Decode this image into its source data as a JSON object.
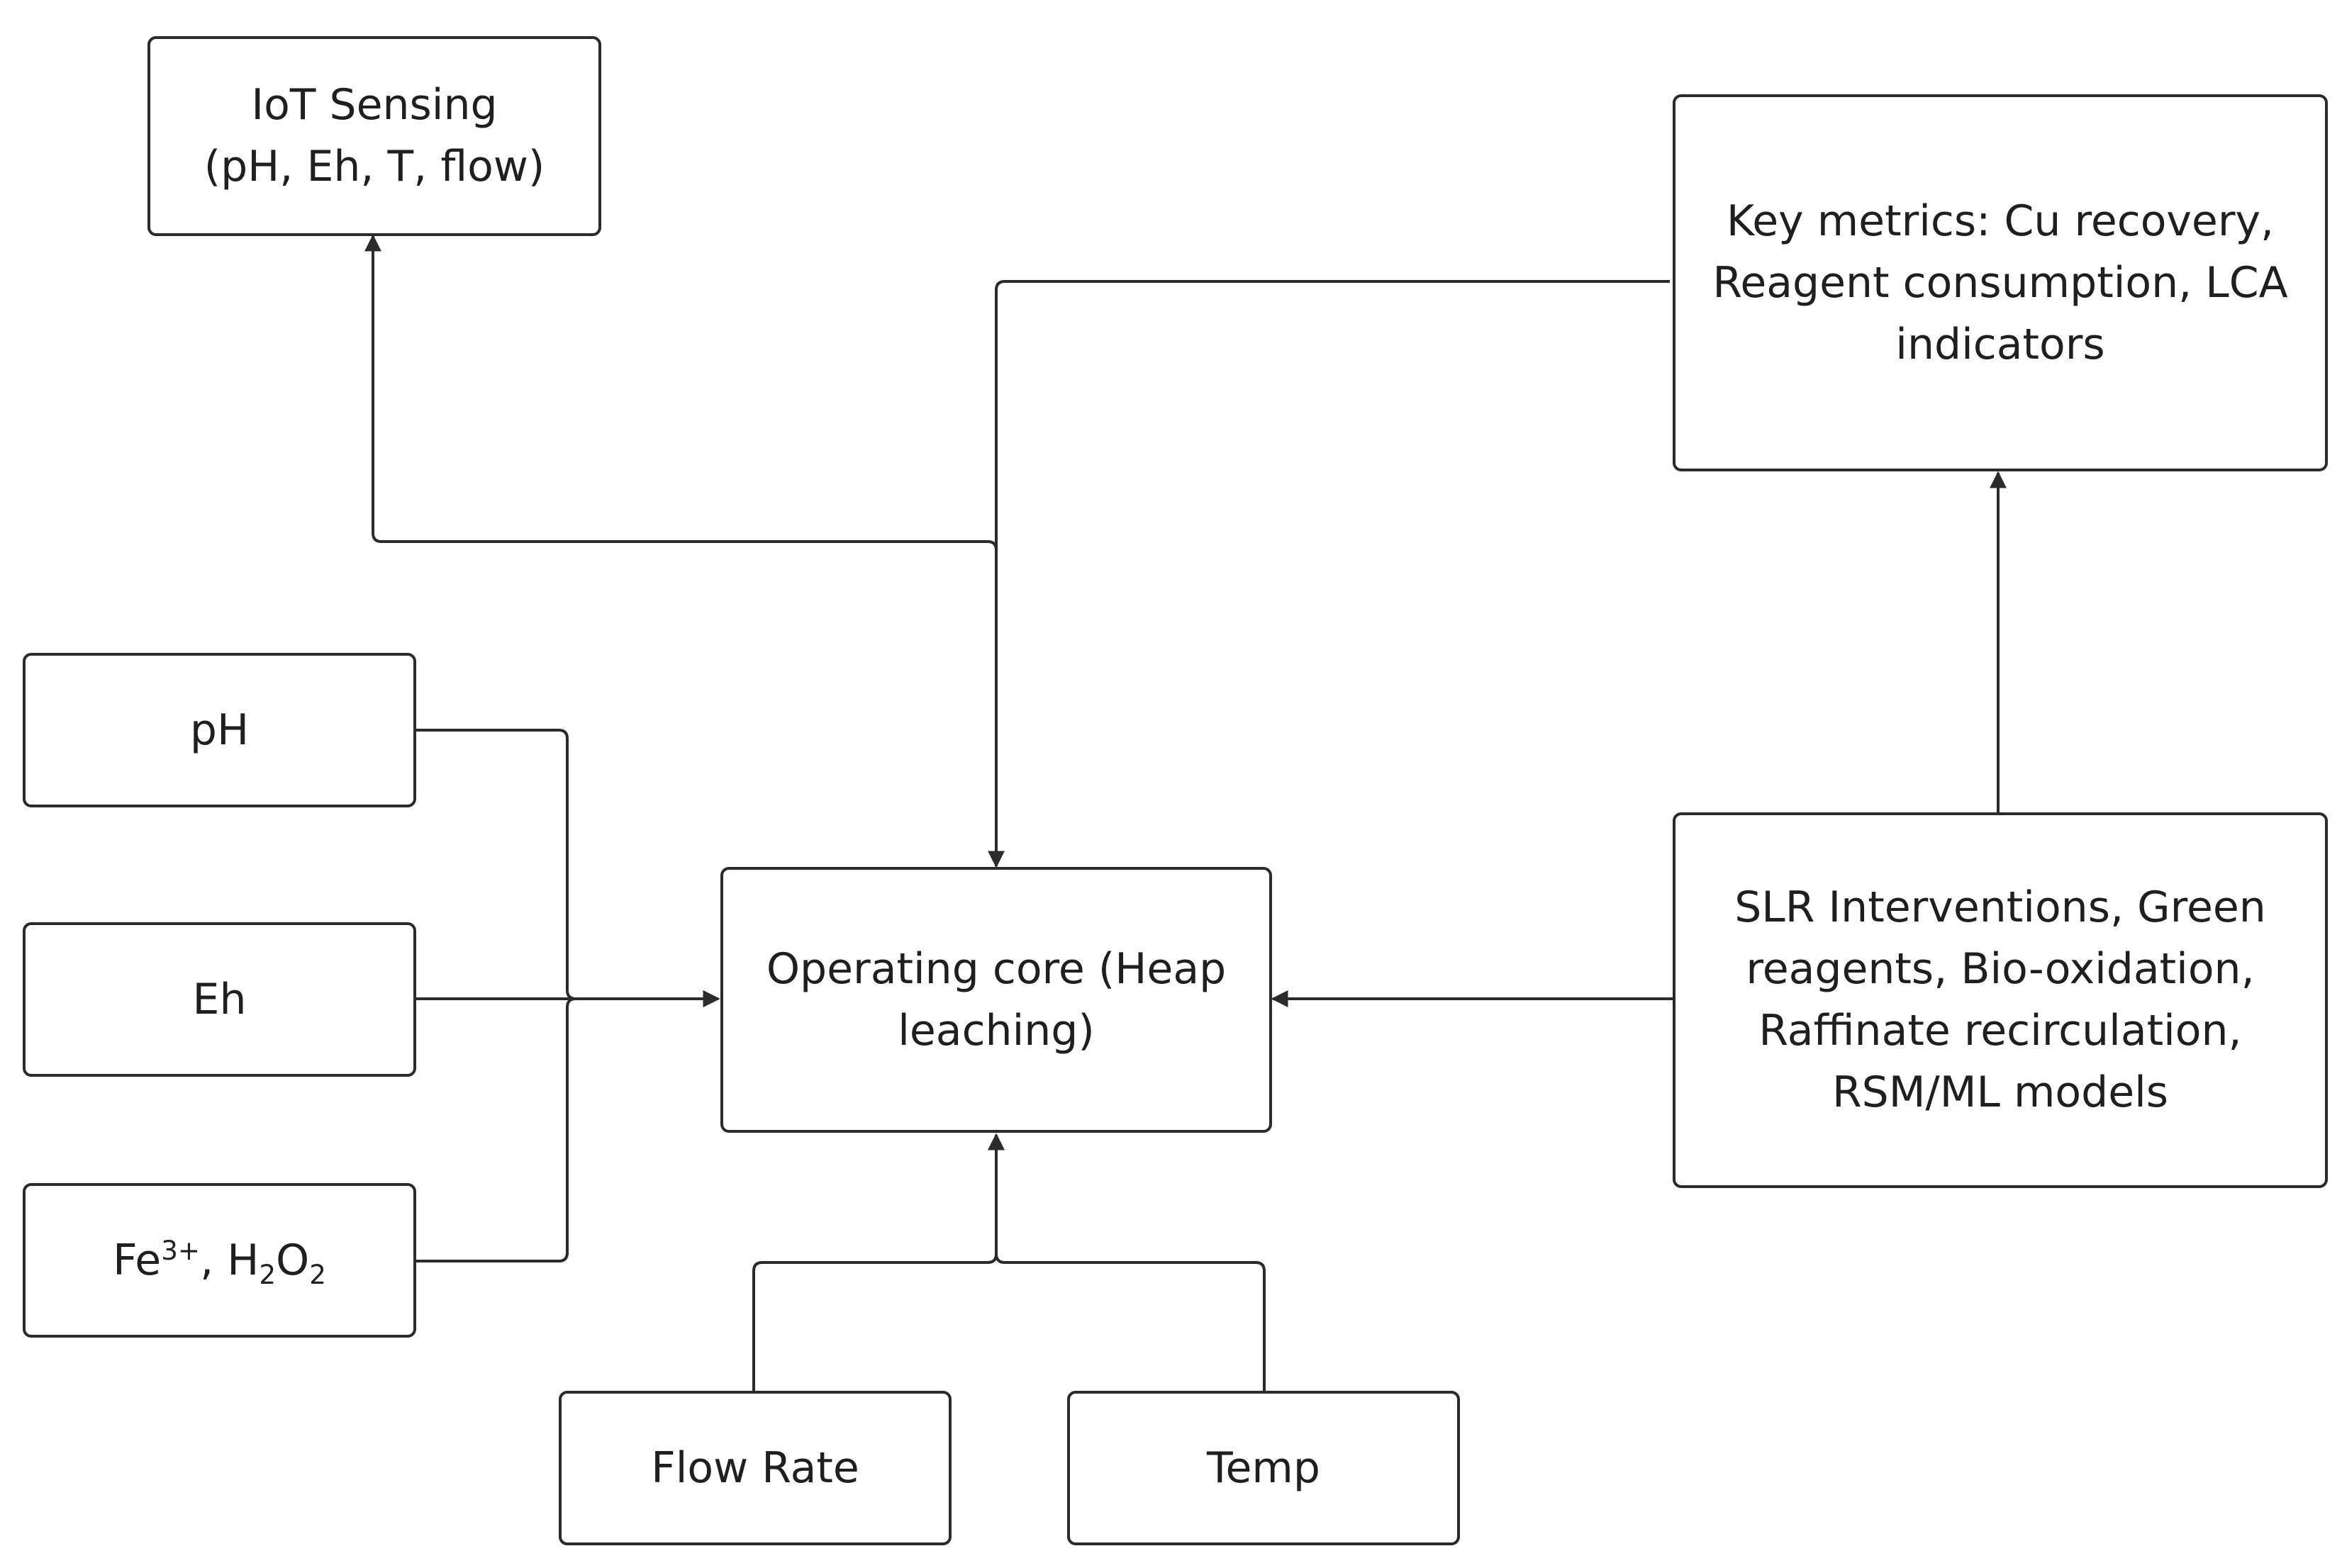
{
  "nodes": {
    "iot": {
      "line1": "IoT Sensing",
      "line2": "(pH, Eh, T, flow)"
    },
    "metrics": {
      "line1": "Key metrics: Cu recovery,",
      "line2": "Reagent consumption, LCA",
      "line3": "indicators"
    },
    "ph": {
      "label": "pH"
    },
    "eh": {
      "label": "Eh"
    },
    "fe": {
      "fe": "Fe",
      "fe_sup": "3+",
      "sep": ", ",
      "h": "H",
      "h_sub": "2",
      "o": "O",
      "o_sub": "2"
    },
    "core": {
      "line1": "Operating core (Heap",
      "line2": "leaching)"
    },
    "slr": {
      "line1": "SLR Interventions, Green",
      "line2": "reagents, Bio-oxidation,",
      "line3": "Raffinate recirculation,",
      "line4": "RSM/ML models"
    },
    "flow": {
      "label": "Flow Rate"
    },
    "temp": {
      "label": "Temp"
    }
  },
  "colors": {
    "stroke": "#2b2b2b",
    "text": "#1f1f1f",
    "background": "#ffffff"
  }
}
